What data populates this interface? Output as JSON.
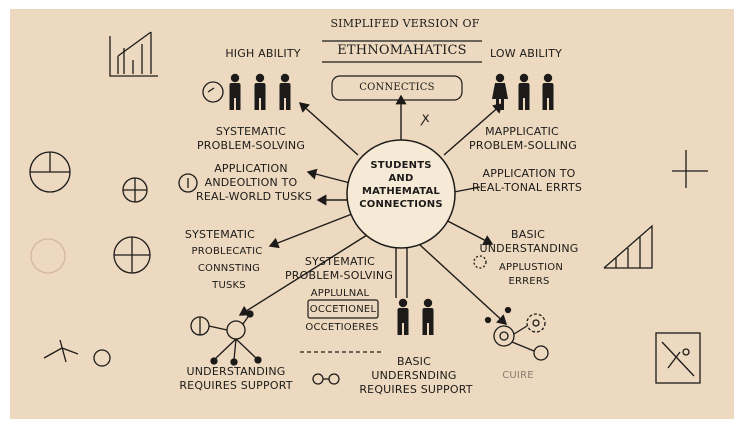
{
  "title": {
    "line1": "SIMPLIFED VERSION OF",
    "line2": "ETHNOMAHATICS",
    "line3": "CONNECTICS"
  },
  "center": {
    "line1": "STUDENTS",
    "line2": "AND",
    "line3": "MATHEMATAL",
    "line4": "CONNECTIONS"
  },
  "groups": {
    "high": "HIGH ABILITY",
    "low": "LOW ABILITY"
  },
  "left": {
    "systematic_1": "SYSTEMATIC",
    "problem_solving_1": "PROBLEM-SOLVING",
    "application": "APPLICATION",
    "andeolotion": "ANDEOLTION TO",
    "real_world": "REAL-WORLD TUSKS",
    "systematic_2": "SYSTEMATIC",
    "problecatic": "PROBLECATIC",
    "connsting": "CONNSTING",
    "tusks": "TUSKS",
    "understanding": "UNDERSTANDING",
    "requires_support": "REQUIRES SUPPORT"
  },
  "right": {
    "mapplicatic": "MAPPLICATIC",
    "problem_solling": "PROBLEM-SOLLING",
    "application_to": "APPLICATION TO",
    "real_tonal": "REAL-TONAL ERRTS",
    "basic": "BASIC",
    "understanding": "UNDERSTANDING",
    "applustion": "APPLUSTION",
    "errers": "ERRERS",
    "cuire": "CUIRE"
  },
  "bottom": {
    "systematic": "SYSTEMATIC",
    "problem_solving": "PROBLEM-SOLVING",
    "applulnal": "APPLULNAL",
    "occetional": "OCCETIONEL",
    "occetioeres": "OCCETIOERES",
    "basic": "BASIC",
    "undersnding": "UNDERSNDING",
    "requires_support": "REQUIRES SUPPORT"
  },
  "colors": {
    "background": "#ecd9bf",
    "ink": "#1d1b19",
    "center_fill": "#f6ead6"
  },
  "icons": [
    "bar-chart-icon",
    "people-icon",
    "circle-icon",
    "crosshair-icon",
    "network-icon",
    "gear-icon",
    "axes-icon",
    "triangle-chart-icon",
    "frame-icon"
  ]
}
